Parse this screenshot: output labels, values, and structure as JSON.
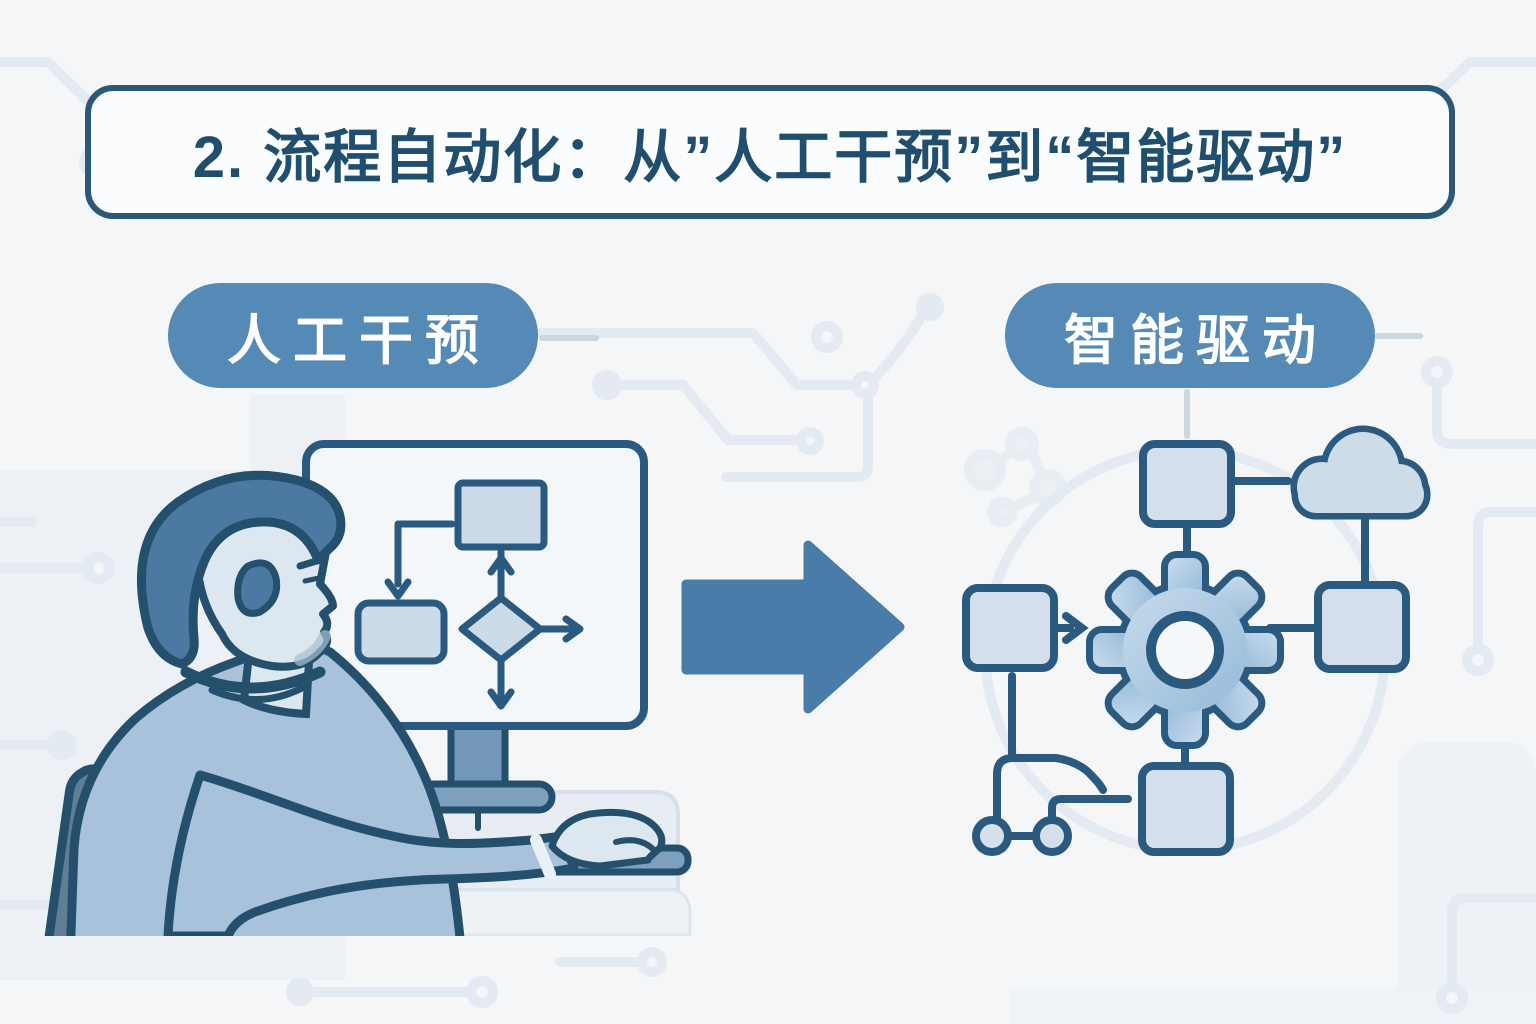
{
  "title": {
    "text": "2. 流程自动化：从”人工干预”到“智能驱动”"
  },
  "pills": {
    "left_label": "人工干预",
    "right_label": "智能驱动"
  },
  "icons": {
    "left_scene": "person-at-computer-with-flowchart",
    "center": "big-right-arrow",
    "right_scene": "gear-hub-with-nodes-and-cloud"
  },
  "colors": {
    "background": "#f4f6f8",
    "outline_navy": "#27567a",
    "title_text": "#1f4e6e",
    "title_border": "#2b5878",
    "pill_blue": "#5589b6",
    "pill_text": "#ffffff",
    "arrow_blue": "#4a7ca9",
    "node_fill": "#d3e0eb",
    "gear_fill": "#aecbe2",
    "sweater_blue": "#a7c2da",
    "hair_blue": "#4b79a1",
    "trace_faint": "#e3eaf1"
  }
}
